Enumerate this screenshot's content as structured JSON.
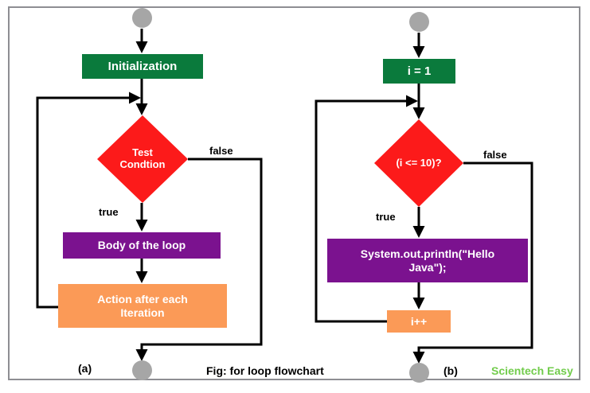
{
  "figure": {
    "caption": "Fig: for loop flowchart",
    "brand": "Scientech Easy",
    "panel_a_label": "(a)",
    "panel_b_label": "(b)",
    "colors": {
      "start_end": "#a6a6a6",
      "init": "#0a7a3c",
      "decision": "#fc1a1a",
      "body": "#7b128f",
      "update": "#fb9a57",
      "edge": "#000000",
      "frame": "#8e8e93",
      "brand": "#72cc4c"
    }
  },
  "panel_a": {
    "start_node": "start-terminator",
    "end_node": "end-terminator",
    "init_box": "Initialization",
    "decision_line1": "Test",
    "decision_line2": "Condtion",
    "body_box": "Body of the loop",
    "update_line1": "Action after each",
    "update_line2": "Iteration",
    "label_true": "true",
    "label_false": "false"
  },
  "panel_b": {
    "start_node": "start-terminator",
    "end_node": "end-terminator",
    "init_box": "i = 1",
    "decision_text": "(i <= 10)?",
    "body_line1": "System.out.println(\"Hello",
    "body_line2": "Java\");",
    "update_box": "i++",
    "label_true": "true",
    "label_false": "false"
  }
}
